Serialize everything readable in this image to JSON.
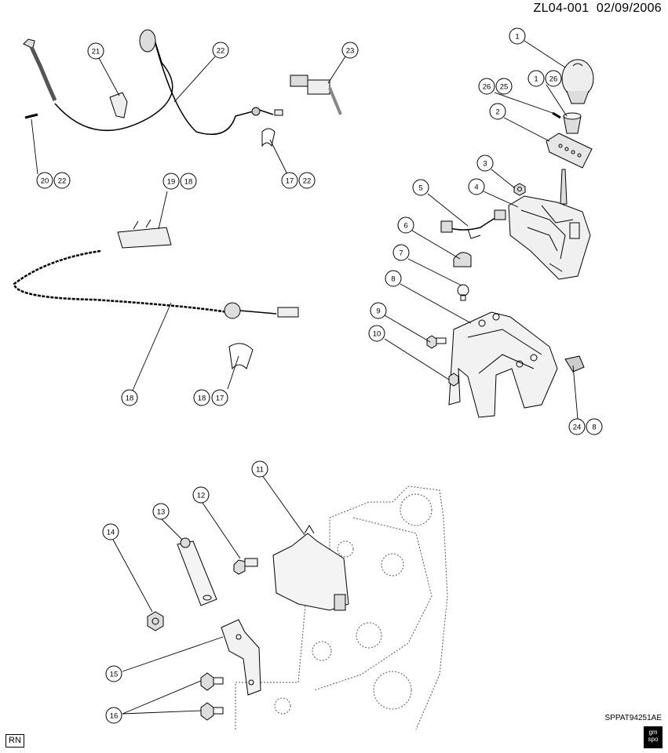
{
  "header": {
    "code": "ZL04-001",
    "date": "02/09/2006",
    "figure_code": "SPPAT94251AE",
    "rn_label": "RN",
    "logo_top": "gm",
    "logo_bottom": "spo"
  },
  "callouts": [
    {
      "id": "c1",
      "label": "1"
    },
    {
      "id": "c26a",
      "label": "26"
    },
    {
      "id": "c25",
      "label": "25"
    },
    {
      "id": "c1b",
      "label": "1"
    },
    {
      "id": "c26b",
      "label": "26"
    },
    {
      "id": "c2",
      "label": "2"
    },
    {
      "id": "c3",
      "label": "3"
    },
    {
      "id": "c4",
      "label": "4"
    },
    {
      "id": "c5",
      "label": "5"
    },
    {
      "id": "c6",
      "label": "6"
    },
    {
      "id": "c7",
      "label": "7"
    },
    {
      "id": "c8",
      "label": "8"
    },
    {
      "id": "c9",
      "label": "9"
    },
    {
      "id": "c10",
      "label": "10"
    },
    {
      "id": "c24",
      "label": "24"
    },
    {
      "id": "c8b",
      "label": "8"
    },
    {
      "id": "c21",
      "label": "21"
    },
    {
      "id": "c22",
      "label": "22"
    },
    {
      "id": "c23",
      "label": "23"
    },
    {
      "id": "c20",
      "label": "20"
    },
    {
      "id": "c22b",
      "label": "22"
    },
    {
      "id": "c17",
      "label": "17"
    },
    {
      "id": "c22c",
      "label": "22"
    },
    {
      "id": "c19",
      "label": "19"
    },
    {
      "id": "c18",
      "label": "18"
    },
    {
      "id": "c18b",
      "label": "18"
    },
    {
      "id": "c18c",
      "label": "18"
    },
    {
      "id": "c17b",
      "label": "17"
    },
    {
      "id": "c11",
      "label": "11"
    },
    {
      "id": "c12",
      "label": "12"
    },
    {
      "id": "c13",
      "label": "13"
    },
    {
      "id": "c14",
      "label": "14"
    },
    {
      "id": "c15",
      "label": "15"
    },
    {
      "id": "c16",
      "label": "16"
    }
  ]
}
